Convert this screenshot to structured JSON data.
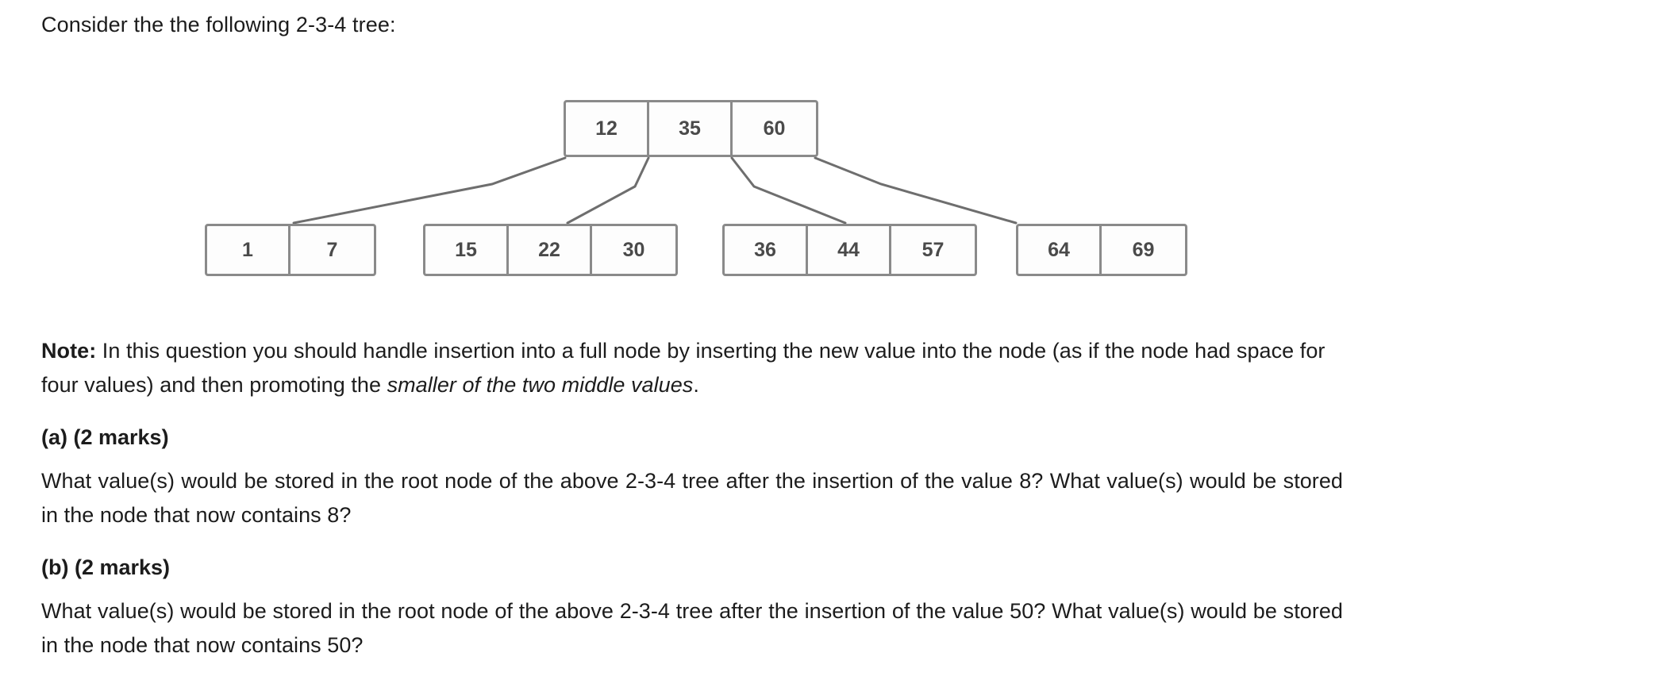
{
  "document": {
    "intro": "Consider the the following 2-3-4 tree:",
    "note": {
      "label": "Note:",
      "text_before_italic": " In this question you should handle insertion into a full node by inserting the new value into the node (as if the node had space for four values) and then promoting the ",
      "italic_text": "smaller of the two middle values",
      "text_after_italic": "."
    },
    "parts": [
      {
        "id": "a",
        "heading": "(a) (2 marks)",
        "body": "What value(s) would be stored in the root node of the above 2-3-4 tree after the insertion of the value 8? What value(s) would be stored in the node that now contains 8?"
      },
      {
        "id": "b",
        "heading": "(b) (2 marks)",
        "body": "What value(s) would be stored in the root node of the above 2-3-4 tree after the insertion of the value 50? What value(s) would be stored in the node that now contains 50?"
      }
    ]
  },
  "tree": {
    "type": "2-3-4 tree",
    "root": {
      "keys": [
        "12",
        "35",
        "60"
      ]
    },
    "children": [
      {
        "keys": [
          "1",
          "7"
        ]
      },
      {
        "keys": [
          "15",
          "22",
          "30"
        ]
      },
      {
        "keys": [
          "36",
          "44",
          "57"
        ]
      },
      {
        "keys": [
          "64",
          "69"
        ]
      }
    ],
    "colors": {
      "border": "#8a8a8a",
      "text": "#4a4a4a",
      "fill": "#fdfdfd",
      "edge": "#6e6e6e"
    },
    "edges": [
      {
        "from": "root-left-edge",
        "to": "child-0"
      },
      {
        "from": "root-cell-1-split",
        "to": "child-1"
      },
      {
        "from": "root-cell-2-split",
        "to": "child-2"
      },
      {
        "from": "root-right-edge",
        "to": "child-3"
      }
    ]
  }
}
